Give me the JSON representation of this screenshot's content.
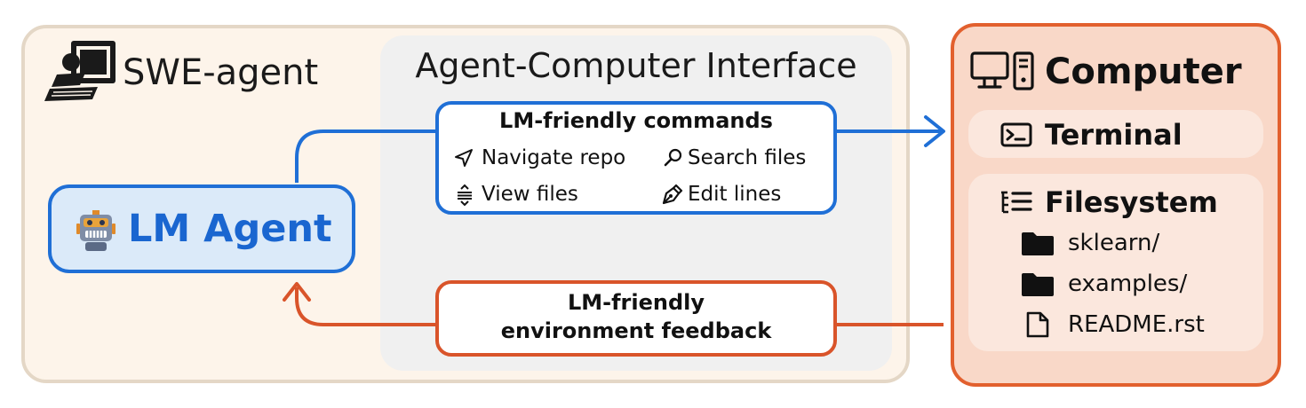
{
  "swe_agent": {
    "title": "SWE-agent"
  },
  "aci": {
    "title": "Agent-Computer Interface",
    "commands": {
      "title": "LM-friendly commands",
      "items": [
        {
          "label": "Navigate repo",
          "icon": "navigate-arrow-icon"
        },
        {
          "label": "Search files",
          "icon": "magnifier-icon"
        },
        {
          "label": "View files",
          "icon": "view-lines-icon"
        },
        {
          "label": "Edit lines",
          "icon": "pen-nib-icon"
        }
      ]
    },
    "feedback": {
      "line1": "LM-friendly",
      "line2": "environment feedback"
    }
  },
  "agent": {
    "label": "LM Agent",
    "icon": "robot-icon"
  },
  "computer": {
    "title": "Computer",
    "icon": "desktop-computer-icon",
    "terminal": {
      "label": "Terminal",
      "icon": "terminal-icon"
    },
    "filesystem": {
      "label": "Filesystem",
      "icon": "file-tree-icon",
      "items": [
        {
          "name": "sklearn/",
          "icon": "folder-icon"
        },
        {
          "name": "examples/",
          "icon": "folder-icon"
        },
        {
          "name": "README.rst",
          "icon": "file-icon"
        }
      ]
    }
  },
  "colors": {
    "blue": "#1f6fd6",
    "orange": "#d9542a",
    "agent_fill": "#dbeaf9",
    "computer_fill": "#f9d8c8"
  }
}
